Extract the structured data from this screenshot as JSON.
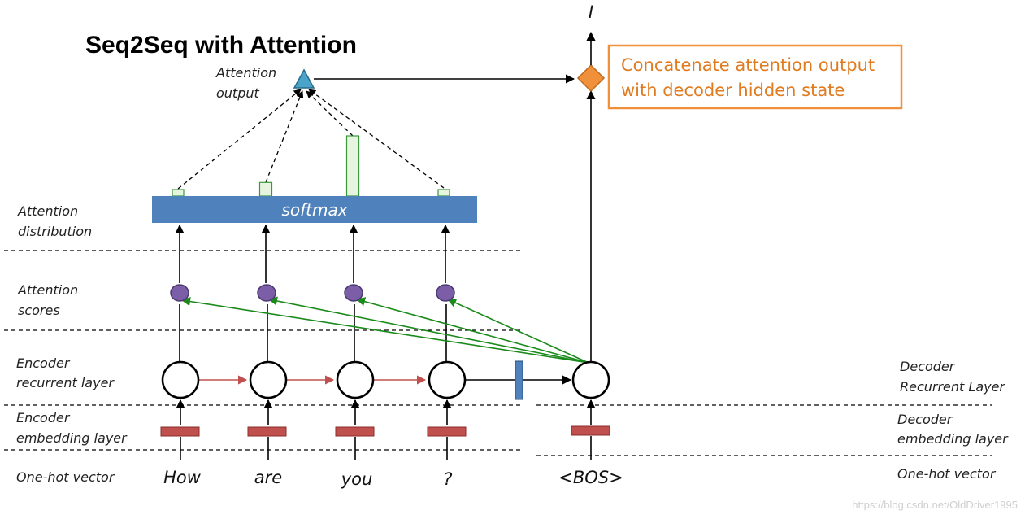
{
  "title": "Seq2Seq with Attention",
  "output_token": "I",
  "concat_note": {
    "line1": "Concatenate attention output",
    "line2": "with decoder hidden state",
    "color": "#e07b20"
  },
  "attention_output_label": {
    "line1": "Attention",
    "line2": "output"
  },
  "softmax_label": "softmax",
  "left_labels": {
    "attention_distribution": {
      "line1": "Attention",
      "line2": "distribution"
    },
    "attention_scores": {
      "line1": "Attention",
      "line2": "scores"
    },
    "encoder_recurrent": {
      "line1": "Encoder",
      "line2": "recurrent layer"
    },
    "encoder_embedding": {
      "line1": "Encoder",
      "line2": "embedding layer"
    },
    "one_hot": "One-hot vector"
  },
  "right_labels": {
    "decoder_recurrent": {
      "line1": "Decoder",
      "line2": "Recurrent Layer"
    },
    "decoder_embedding": {
      "line1": "Decoder",
      "line2": "embedding layer"
    },
    "one_hot": "One-hot vector"
  },
  "encoder_words": [
    "How",
    "are",
    "you",
    "?"
  ],
  "decoder_word": "<BOS>",
  "attention_weights": [
    0.06,
    0.14,
    0.62,
    0.06
  ],
  "watermark": "https://blog.csdn.net/OldDriver1995",
  "colors": {
    "softmax_bar": "#4f81bd",
    "score_node": "#7b5ea7",
    "embedding": "#c0504d",
    "recurrent_arrow": "#c0504d",
    "score_arrow": "#1a8a1a",
    "attention_bar_fill": "#e6f4e0",
    "attention_bar_stroke": "#3a9a3a",
    "output_triangle": "#4aa3c8",
    "concat_diamond": "#f0903a"
  }
}
